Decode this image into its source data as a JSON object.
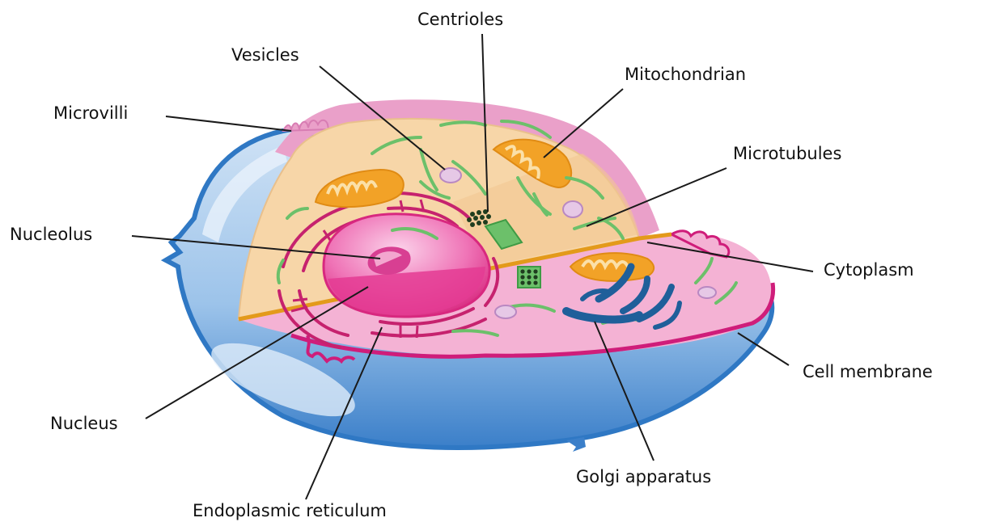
{
  "labels": {
    "centrioles": "Centrioles",
    "vesicles": "Vesicles",
    "mitochondrian": "Mitochondrian",
    "microvilli": "Microvilli",
    "microtubules": "Microtubules",
    "nucleolus": "Nucleolus",
    "cytoplasm": "Cytoplasm",
    "cell_membrane": "Cell membrane",
    "nucleus": "Nucleus",
    "golgi_apparatus": "Golgi apparatus",
    "endoplasmic_reticulum": "Endoplasmic reticulum"
  },
  "colors": {
    "membrane_outer": "#2f78c4",
    "membrane_inner": "#bcd6ef",
    "cytoplasm_cut": "#f7d6a8",
    "cytoplasm_lower": "#f4a9cf",
    "membrane_pink": "#e786bd",
    "nucleus": "#ea5aa7",
    "mitochondria": "#f2a227",
    "microtubules": "#6cc06a",
    "golgi": "#1f5f9a",
    "er": "#c6226e",
    "cut_edge": "#e39a1b"
  }
}
